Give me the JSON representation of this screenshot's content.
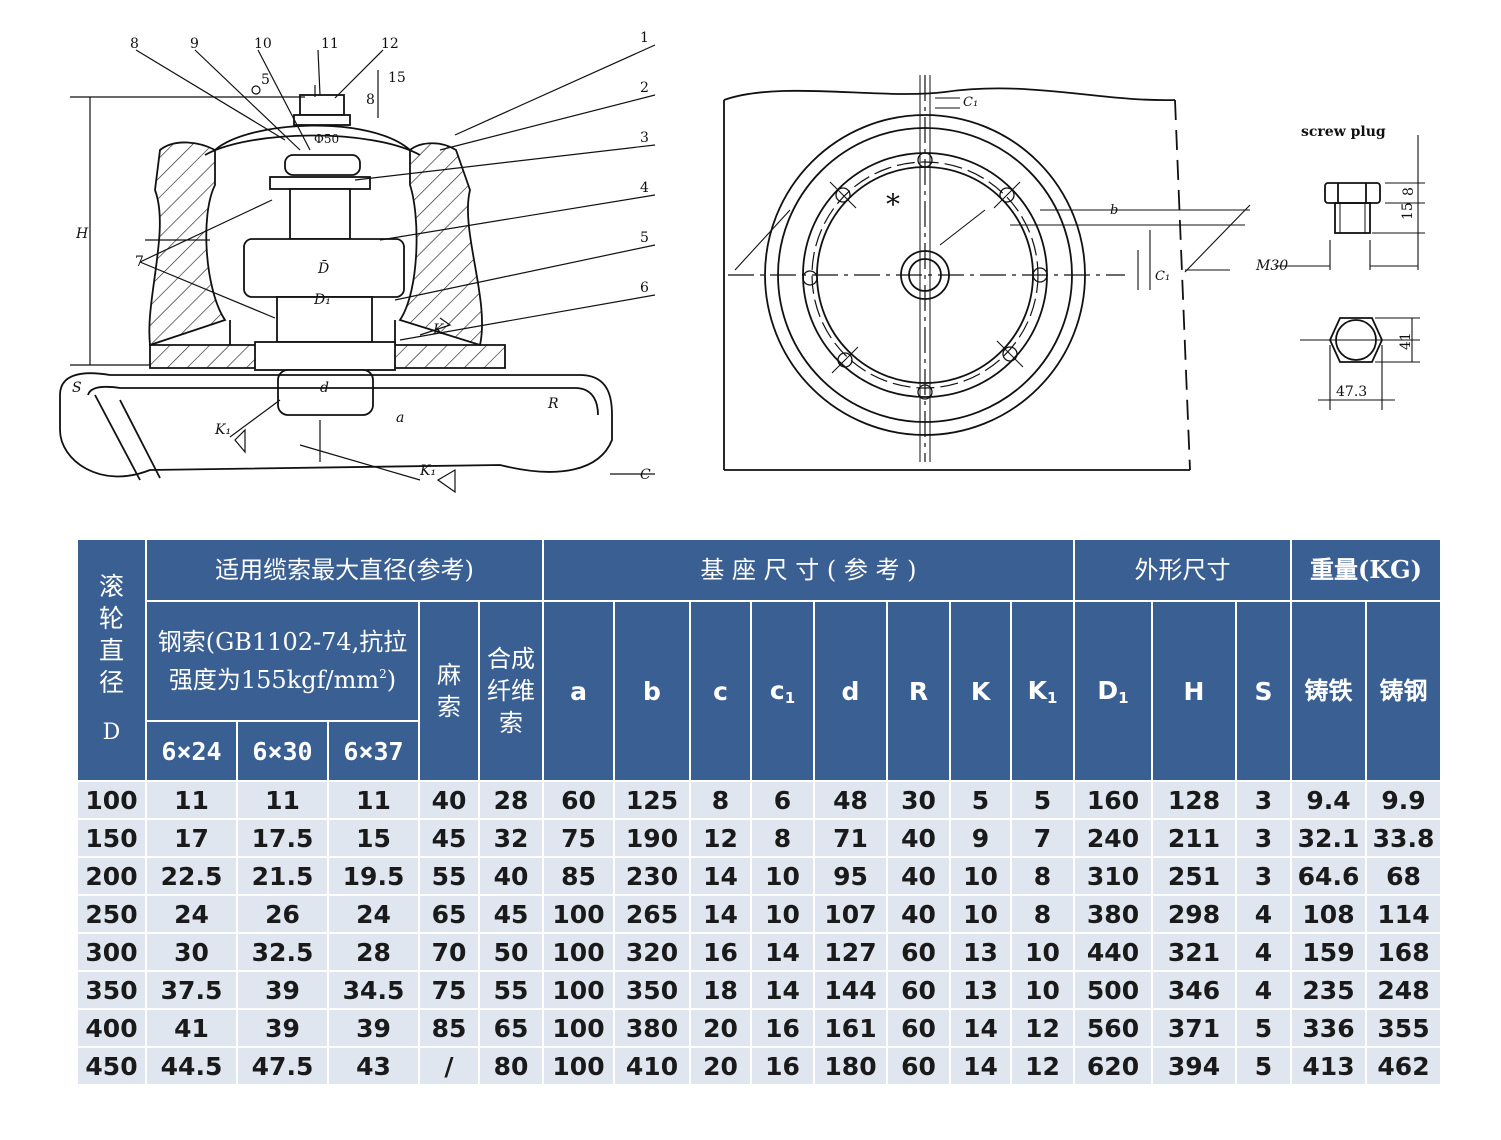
{
  "drawing": {
    "part_numbers": [
      "8",
      "9",
      "10",
      "11",
      "12",
      "1",
      "2",
      "3",
      "4",
      "5",
      "6",
      "7"
    ],
    "dims_left": {
      "H": "H",
      "D_bar": "D̄",
      "D1": "D₁",
      "d": "d",
      "K": "K",
      "K1_a": "K₁",
      "K1_b": "K₁",
      "C": "C",
      "a": "a",
      "R": "R",
      "S": "S",
      "five": "5",
      "phi50": "Φ50",
      "eight": "8",
      "fifteen": "15"
    },
    "dims_middle": {
      "C1_top": "C₁",
      "b": "b",
      "C1_right": "C₁",
      "star": "*"
    },
    "screw_plug": {
      "title": "screw plug",
      "thread": "M30",
      "dim_15": "15",
      "dim_8": "8",
      "dim_41": "41",
      "dim_47_3": "47.3"
    }
  },
  "table": {
    "header": {
      "roller_col": {
        "chars": [
          "滚",
          "轮",
          "直",
          "径"
        ],
        "symbol": "D"
      },
      "cable_group": "适用缆索最大直径(参考)",
      "steel_rope_line1": "钢索(GB1102-74,抗拉",
      "steel_rope_line2": "强度为155kgf/mm",
      "steel_rope_sup": "2",
      "steel_rope_end": ")",
      "rope_sizes": [
        "6×24",
        "6×30",
        "6×37"
      ],
      "hemp_chars": [
        "麻",
        "索"
      ],
      "synthetic_chars": [
        "合成",
        "纤维",
        "索"
      ],
      "base_group": "基 座 尺 寸 ( 参 考 )",
      "outline_group": "外形尺寸",
      "weight_group": "重量(KG)",
      "base_cols": {
        "a": "a",
        "b": "b",
        "c": "c",
        "c1": "c",
        "c1_sub": "1",
        "d": "d",
        "R": "R",
        "K": "K",
        "K1": "K",
        "K1_sub": "1"
      },
      "outline_cols": {
        "D1": "D",
        "D1_sub": "1",
        "H": "H",
        "S": "S"
      },
      "weight_cols": [
        "铸铁",
        "铸钢"
      ]
    },
    "rows": [
      [
        "100",
        "11",
        "11",
        "11",
        "40",
        "28",
        "60",
        "125",
        "8",
        "6",
        "48",
        "30",
        "5",
        "5",
        "160",
        "128",
        "3",
        "9.4",
        "9.9"
      ],
      [
        "150",
        "17",
        "17.5",
        "15",
        "45",
        "32",
        "75",
        "190",
        "12",
        "8",
        "71",
        "40",
        "9",
        "7",
        "240",
        "211",
        "3",
        "32.1",
        "33.8"
      ],
      [
        "200",
        "22.5",
        "21.5",
        "19.5",
        "55",
        "40",
        "85",
        "230",
        "14",
        "10",
        "95",
        "40",
        "10",
        "8",
        "310",
        "251",
        "3",
        "64.6",
        "68"
      ],
      [
        "250",
        "24",
        "26",
        "24",
        "65",
        "45",
        "100",
        "265",
        "14",
        "10",
        "107",
        "40",
        "10",
        "8",
        "380",
        "298",
        "4",
        "108",
        "114"
      ],
      [
        "300",
        "30",
        "32.5",
        "28",
        "70",
        "50",
        "100",
        "320",
        "16",
        "14",
        "127",
        "60",
        "13",
        "10",
        "440",
        "321",
        "4",
        "159",
        "168"
      ],
      [
        "350",
        "37.5",
        "39",
        "34.5",
        "75",
        "55",
        "100",
        "350",
        "18",
        "14",
        "144",
        "60",
        "13",
        "10",
        "500",
        "346",
        "4",
        "235",
        "248"
      ],
      [
        "400",
        "41",
        "39",
        "39",
        "85",
        "65",
        "100",
        "380",
        "20",
        "16",
        "161",
        "60",
        "14",
        "12",
        "560",
        "371",
        "5",
        "336",
        "355"
      ],
      [
        "450",
        "44.5",
        "47.5",
        "43",
        "/",
        "80",
        "100",
        "410",
        "20",
        "16",
        "180",
        "60",
        "14",
        "12",
        "620",
        "394",
        "5",
        "413",
        "462"
      ]
    ],
    "colors": {
      "header_bg": "#3a5f93",
      "body_bg": "#dfe6ef",
      "header_text": "#ffffff"
    }
  }
}
